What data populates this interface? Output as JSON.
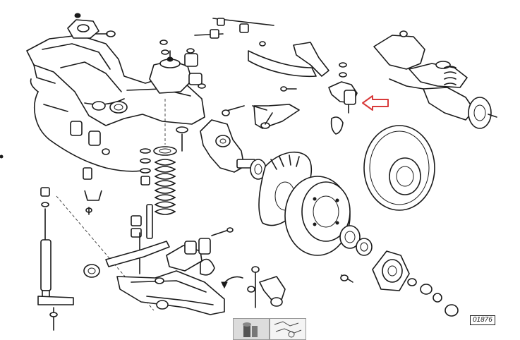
{
  "diagram": {
    "reference_number": "01876",
    "colors": {
      "line": "#1a1a1a",
      "background": "#ffffff",
      "indicator_arrow": "#d83a3a"
    },
    "indicator": {
      "icon": "arrow-left-icon"
    },
    "thumbnails": [
      {
        "icon": "part-photo-thumbnail"
      },
      {
        "icon": "diagram-thumbnail"
      }
    ]
  }
}
